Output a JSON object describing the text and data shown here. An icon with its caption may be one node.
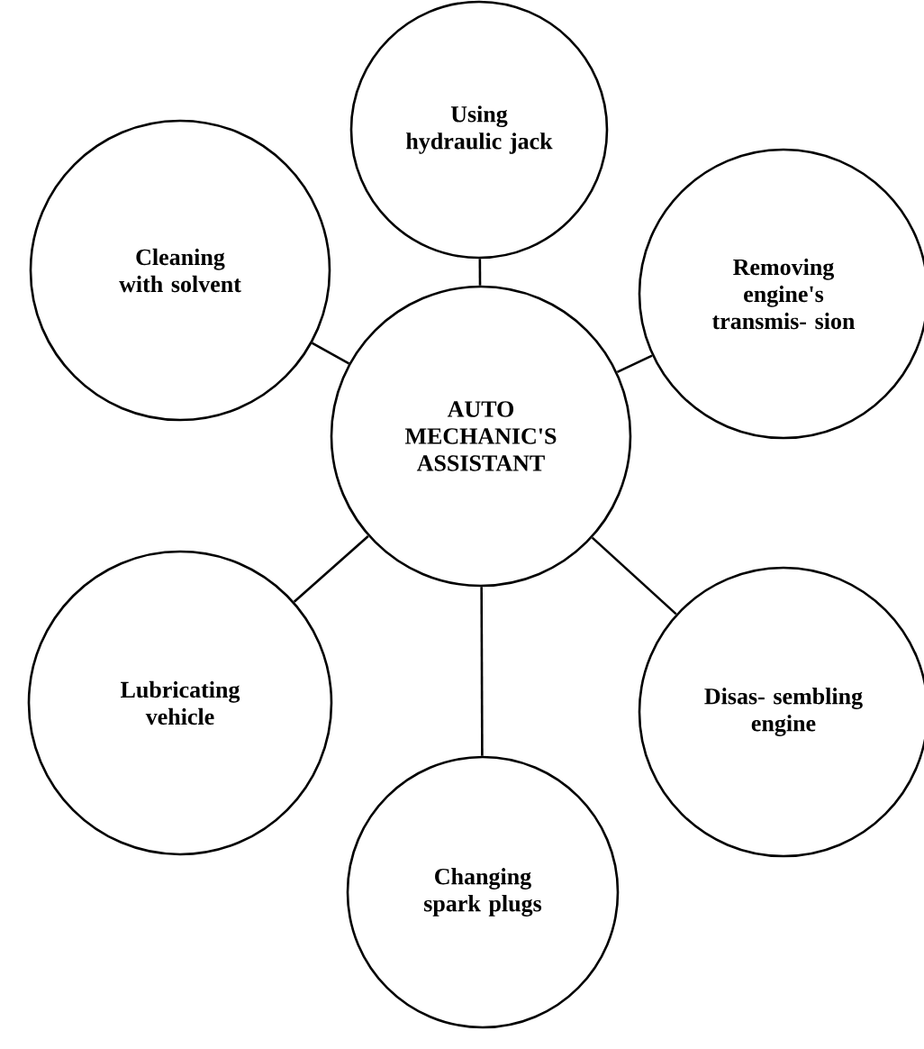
{
  "diagram": {
    "nodes": [
      {
        "text": [
          "AUTO MECHANIC'S ASSISTANT"
        ]
      },
      {
        "text": [
          "Using hydraulic jack"
        ]
      },
      {
        "text": [
          "Cleaning with solvent"
        ]
      },
      {
        "text": [
          "Removing engine's transmis- sion"
        ]
      },
      {
        "text": [
          "Lubricating vehicle"
        ]
      },
      {
        "text": [
          "Disas- sembling engine"
        ]
      },
      {
        "text": [
          "Changing spark plugs"
        ]
      }
    ],
    "edges": [
      {
        "from": 0,
        "to": 1,
        "arrow": "none"
      },
      {
        "from": 0,
        "to": 2,
        "arrow": "none"
      },
      {
        "from": 0,
        "to": 3,
        "arrow": "none"
      },
      {
        "from": 0,
        "to": 4,
        "arrow": "none"
      },
      {
        "from": 0,
        "to": 5,
        "arrow": "none"
      },
      {
        "from": 0,
        "to": 6,
        "arrow": "none"
      }
    ]
  }
}
